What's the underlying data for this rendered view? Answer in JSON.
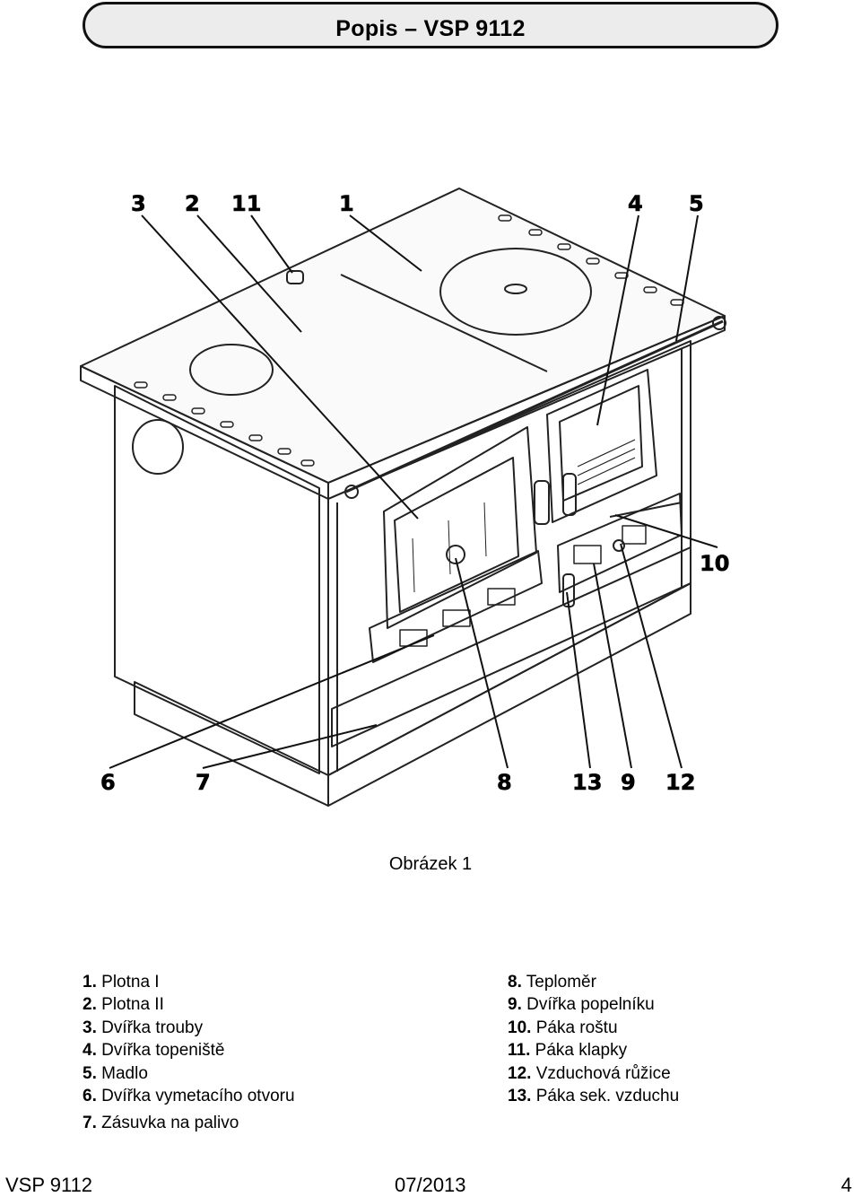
{
  "header": {
    "title": "Popis – VSP 9112"
  },
  "figure": {
    "callouts": {
      "c1": "1",
      "c2": "2",
      "c3": "3",
      "c4": "4",
      "c5": "5",
      "c6": "6",
      "c7": "7",
      "c8": "8",
      "c9": "9",
      "c10": "10",
      "c11": "11",
      "c12": "12",
      "c13": "13"
    },
    "caption": "Obrázek 1"
  },
  "legend": {
    "left": [
      {
        "num": "1.",
        "text": "Plotna I"
      },
      {
        "num": "2.",
        "text": "Plotna II"
      },
      {
        "num": "3.",
        "text": "Dvířka trouby"
      },
      {
        "num": "4.",
        "text": "Dvířka topeniště"
      },
      {
        "num": "5.",
        "text": "Madlo"
      },
      {
        "num": "6.",
        "text": "Dvířka vymetacího otvoru"
      },
      {
        "num": "7.",
        "text": "Zásuvka na palivo"
      }
    ],
    "right": [
      {
        "num": "8.",
        "text": "Teploměr"
      },
      {
        "num": "9.",
        "text": "Dvířka popelníku"
      },
      {
        "num": "10.",
        "text": "Páka roštu"
      },
      {
        "num": "11.",
        "text": "Páka klapky"
      },
      {
        "num": "12.",
        "text": "Vzduchová růžice"
      },
      {
        "num": "13.",
        "text": "Páka sek. vzduchu"
      }
    ]
  },
  "footer": {
    "left": "VSP 9112",
    "center": "07/2013",
    "right": "4"
  }
}
